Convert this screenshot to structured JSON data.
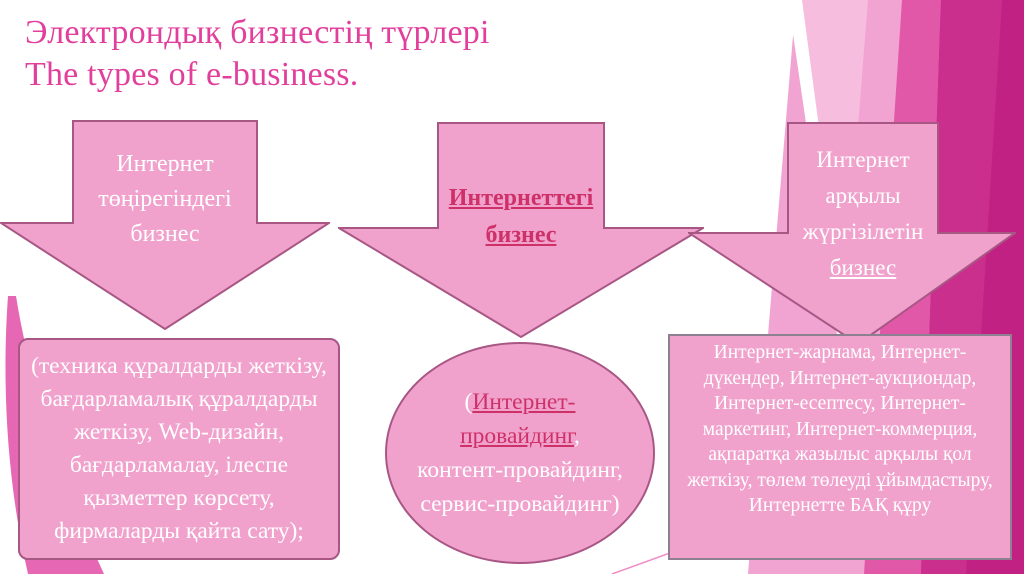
{
  "title": {
    "line1": "Электрондық бизнестің түрлері",
    "line2": "The types of e-business."
  },
  "diagram": {
    "arrow_left": {
      "label": "Интернет төңірегіндегі бизнес"
    },
    "arrow_center": {
      "label": "Интернеттегі бизнес"
    },
    "arrow_right": {
      "label_prefix": "Интернет арқылы жүргізілетін",
      "label_link": "бизнес"
    },
    "box_left": {
      "text": "(техника құралдарды жеткізу, бағдарламалық құралдарды жеткізу, Web-дизайн, бағдарламалау, ілеспе қызметтер көрсету, фирмаларды қайта сату);"
    },
    "ellipse": {
      "prefix": "(",
      "link": "Интернет-провайдинг",
      "rest": ", контент-провайдинг, сервис-провайдинг)"
    },
    "box_right": {
      "text": "Интернет-жарнама, Интернет-дүкендер, Интернет-аукциондар, Интернет-есептесу, Интернет-маркетинг, Интернет-коммерция, ақпаратқа жазылыс арқылы қол жеткізу, төлем төлеуді ұйымдастыру, Интернетте БАҚ құру"
    }
  },
  "colors": {
    "title": "#e23f9d",
    "shape-fill": "#f0a2cd",
    "border-rose": "#a85784",
    "border-gray": "#8d8090",
    "link": "#ce3168",
    "text-on-shape": "#ffffff",
    "magenta-dark": "#c02183",
    "magenta-facet": "#cb2f8d",
    "magenta-mid": "#e158a9",
    "pink-light": "#f1a3d1",
    "pink-xlight": "#f7bddf",
    "petal": "#e667b3",
    "hairline": "#ef8ec7"
  }
}
